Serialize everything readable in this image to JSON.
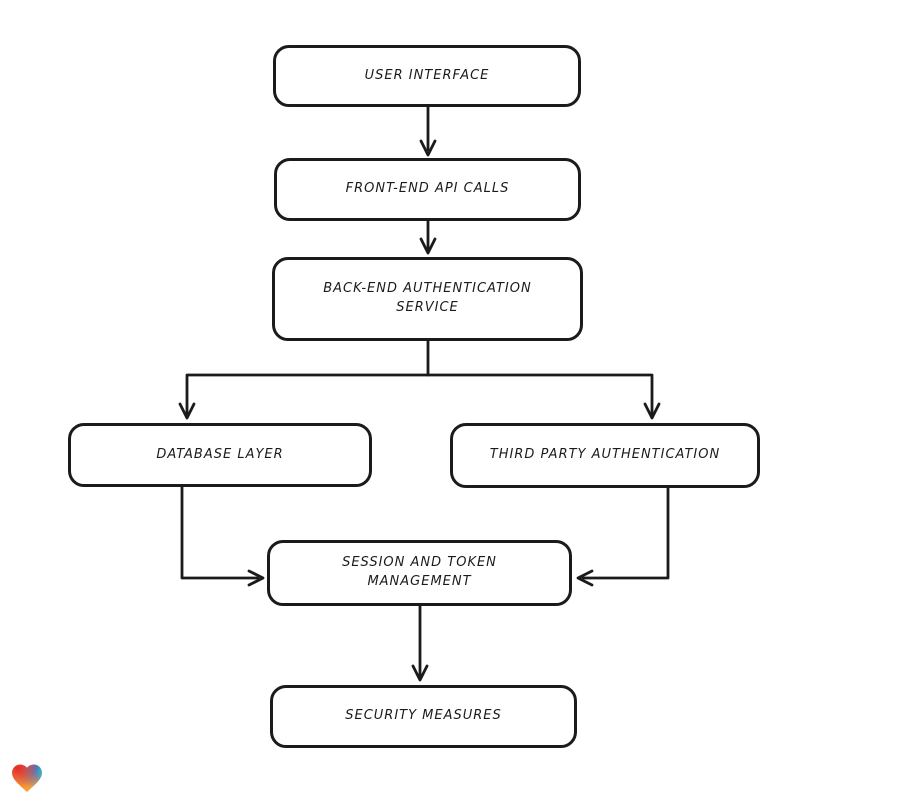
{
  "diagram": {
    "type": "flowchart",
    "nodes": [
      {
        "id": "user-interface",
        "label": "USER INTERFACE"
      },
      {
        "id": "front-end-api-calls",
        "label": "FRONT-END API CALLS"
      },
      {
        "id": "back-end-authentication-service",
        "label": "BACK-END AUTHENTICATION SERVICE"
      },
      {
        "id": "database-layer",
        "label": "DATABASE LAYER"
      },
      {
        "id": "third-party-authentication",
        "label": "THIRD PARTY AUTHENTICATION"
      },
      {
        "id": "session-and-token-management",
        "label": "SESSION AND TOKEN MANAGEMENT"
      },
      {
        "id": "security-measures",
        "label": "SECURITY MEASURES"
      }
    ],
    "edges": [
      {
        "from": "user-interface",
        "to": "front-end-api-calls"
      },
      {
        "from": "front-end-api-calls",
        "to": "back-end-authentication-service"
      },
      {
        "from": "back-end-authentication-service",
        "to": "database-layer"
      },
      {
        "from": "back-end-authentication-service",
        "to": "third-party-authentication"
      },
      {
        "from": "database-layer",
        "to": "session-and-token-management"
      },
      {
        "from": "third-party-authentication",
        "to": "session-and-token-management"
      },
      {
        "from": "session-and-token-management",
        "to": "security-measures"
      }
    ],
    "style": {
      "node_border_color": "#1b1b1b",
      "node_fill_color": "#ffffff",
      "arrow_color": "#1b1b1b",
      "background": "#ffffff"
    }
  },
  "logo": {
    "name": "gradient-heart",
    "colors": {
      "red": "#e52a2c",
      "blue": "#2f7ce0",
      "teal": "#23c3c4",
      "orange": "#f6a03a"
    }
  }
}
